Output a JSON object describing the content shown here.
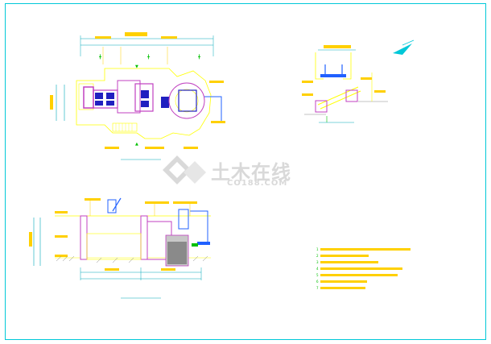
{
  "drawing": {
    "views": [
      {
        "id": "plan",
        "label": "Plan view"
      },
      {
        "id": "elevation",
        "label": "Section / elevation view"
      },
      {
        "id": "detail",
        "label": "Detail view"
      }
    ],
    "view_captions": {
      "plan": "",
      "elevation": "",
      "detail": ""
    },
    "north_arrow": "north-arrow",
    "notes": {
      "title": "",
      "items": [
        "",
        "",
        "",
        "",
        "",
        "",
        ""
      ]
    },
    "watermark": {
      "logo": "diamond-logo",
      "cn": "土木在线",
      "en": "CO188.COM"
    },
    "colors": {
      "frame": "#00c8d8",
      "outline": "#ffff00",
      "structure": "#c040c0",
      "equipment": "#2020c0",
      "annotation": "#00c000",
      "dimension": "#00a8b8",
      "pipe": "#2060ff",
      "label": "#ffd000"
    }
  }
}
